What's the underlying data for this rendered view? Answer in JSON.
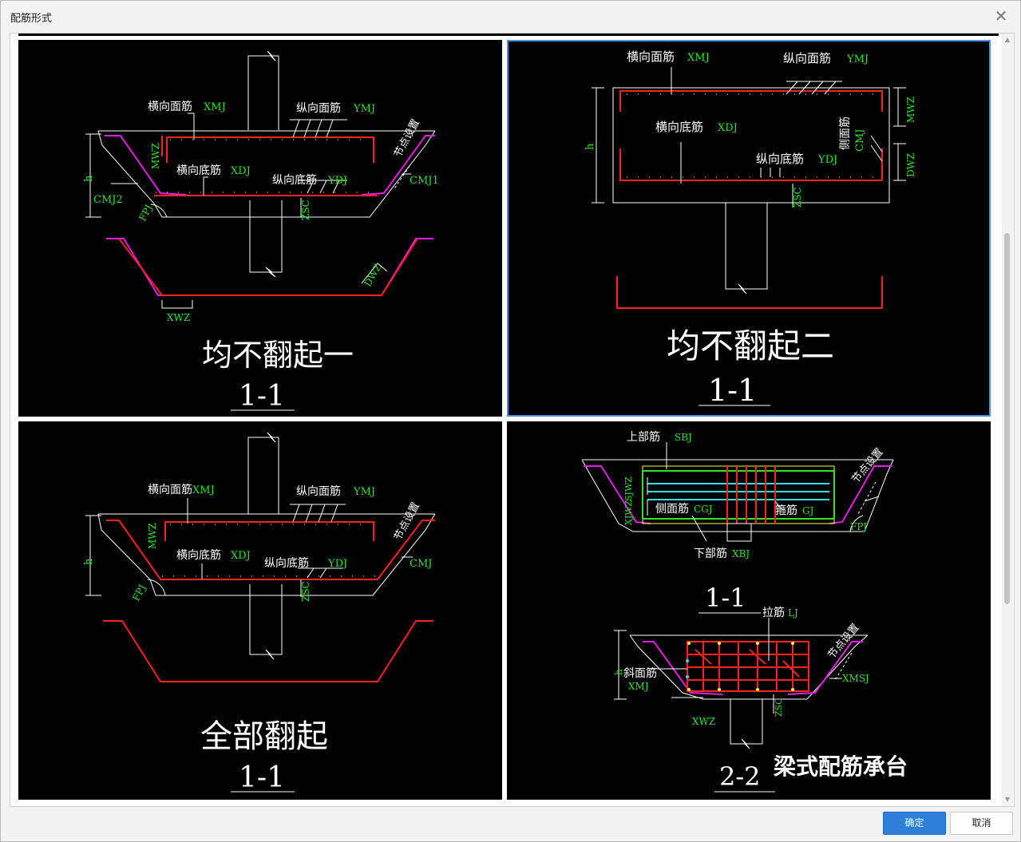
{
  "window": {
    "title": "配筋形式"
  },
  "buttons": {
    "ok": "确定",
    "cancel": "取消"
  },
  "icons": {
    "close": "close-icon",
    "scroll_up": "arrow-up-icon",
    "scroll_down": "arrow-down-icon"
  },
  "colors": {
    "accent": "#2f7fd8",
    "rebar": "#ff2020",
    "side": "#e020e0",
    "label_green": "#2ee22e",
    "selected_border": "#4a8fe7"
  },
  "panels": [
    {
      "title": "均不翻起一",
      "section": "1-1",
      "labels": {
        "xmj_cn": "横向面筋",
        "xmj": "XMJ",
        "ymj_cn": "纵向面筋",
        "ymj": "YMJ",
        "xdj_cn": "横向底筋",
        "xdj": "XDJ",
        "ydj_cn": "纵向底筋",
        "ydj": "YDJ",
        "node": "节点设置",
        "cmj1": "CMJ1",
        "cmj2": "CMJ2",
        "mwz": "MWZ",
        "fpj": "FPJ",
        "zsc": "ZSC",
        "h": "h",
        "dwz": "DWZ",
        "xwz": "XWZ"
      }
    },
    {
      "title": "均不翻起二",
      "section": "1-1",
      "labels": {
        "xmj_cn": "横向面筋",
        "xmj": "XMJ",
        "ymj_cn": "纵向面筋",
        "ymj": "YMJ",
        "xdj_cn": "横向底筋",
        "xdj": "XDJ",
        "ydj_cn": "纵向底筋",
        "ydj": "YDJ",
        "cmj_cn": "侧面筋",
        "cmj": "CMJ",
        "mwz": "MWZ",
        "dwz": "DWZ",
        "zsc": "ZSC",
        "h": "h"
      }
    },
    {
      "title": "全部翻起",
      "section": "1-1",
      "labels": {
        "xmj_cn": "横向面筋",
        "xmj": "XMJ",
        "ymj_cn": "纵向面筋",
        "ymj": "YMJ",
        "xdj_cn": "横向底筋",
        "xdj": "XDJ",
        "ydj_cn": "纵向底筋",
        "ydj": "YDJ",
        "node": "节点设置",
        "cmj": "CMJ",
        "mwz": "MWZ",
        "fpj": "FPJ",
        "zsc": "ZSC",
        "h": "h"
      }
    },
    {
      "title": "梁式配筋承台",
      "section1": "1-1",
      "section2": "2-2",
      "labels": {
        "sbj_cn": "上部筋",
        "sbj": "SBJ",
        "cgj_cn": "侧面筋",
        "cgj": "CGJ",
        "gj_cn": "箍筋",
        "gj": "GJ",
        "xbj_cn": "下部筋",
        "xbj": "XBJ",
        "node": "节点设置",
        "fpj": "FPJ",
        "sjwz": "SJWZ",
        "xjwz": "XJWZ",
        "lj_cn": "拉筋",
        "lj": "LJ",
        "xmj_cn": "斜面筋",
        "xmj": "XMJ",
        "xmsj": "XMSJ",
        "xwz": "XWZ",
        "zsc": "ZSC",
        "h": "h"
      }
    }
  ]
}
